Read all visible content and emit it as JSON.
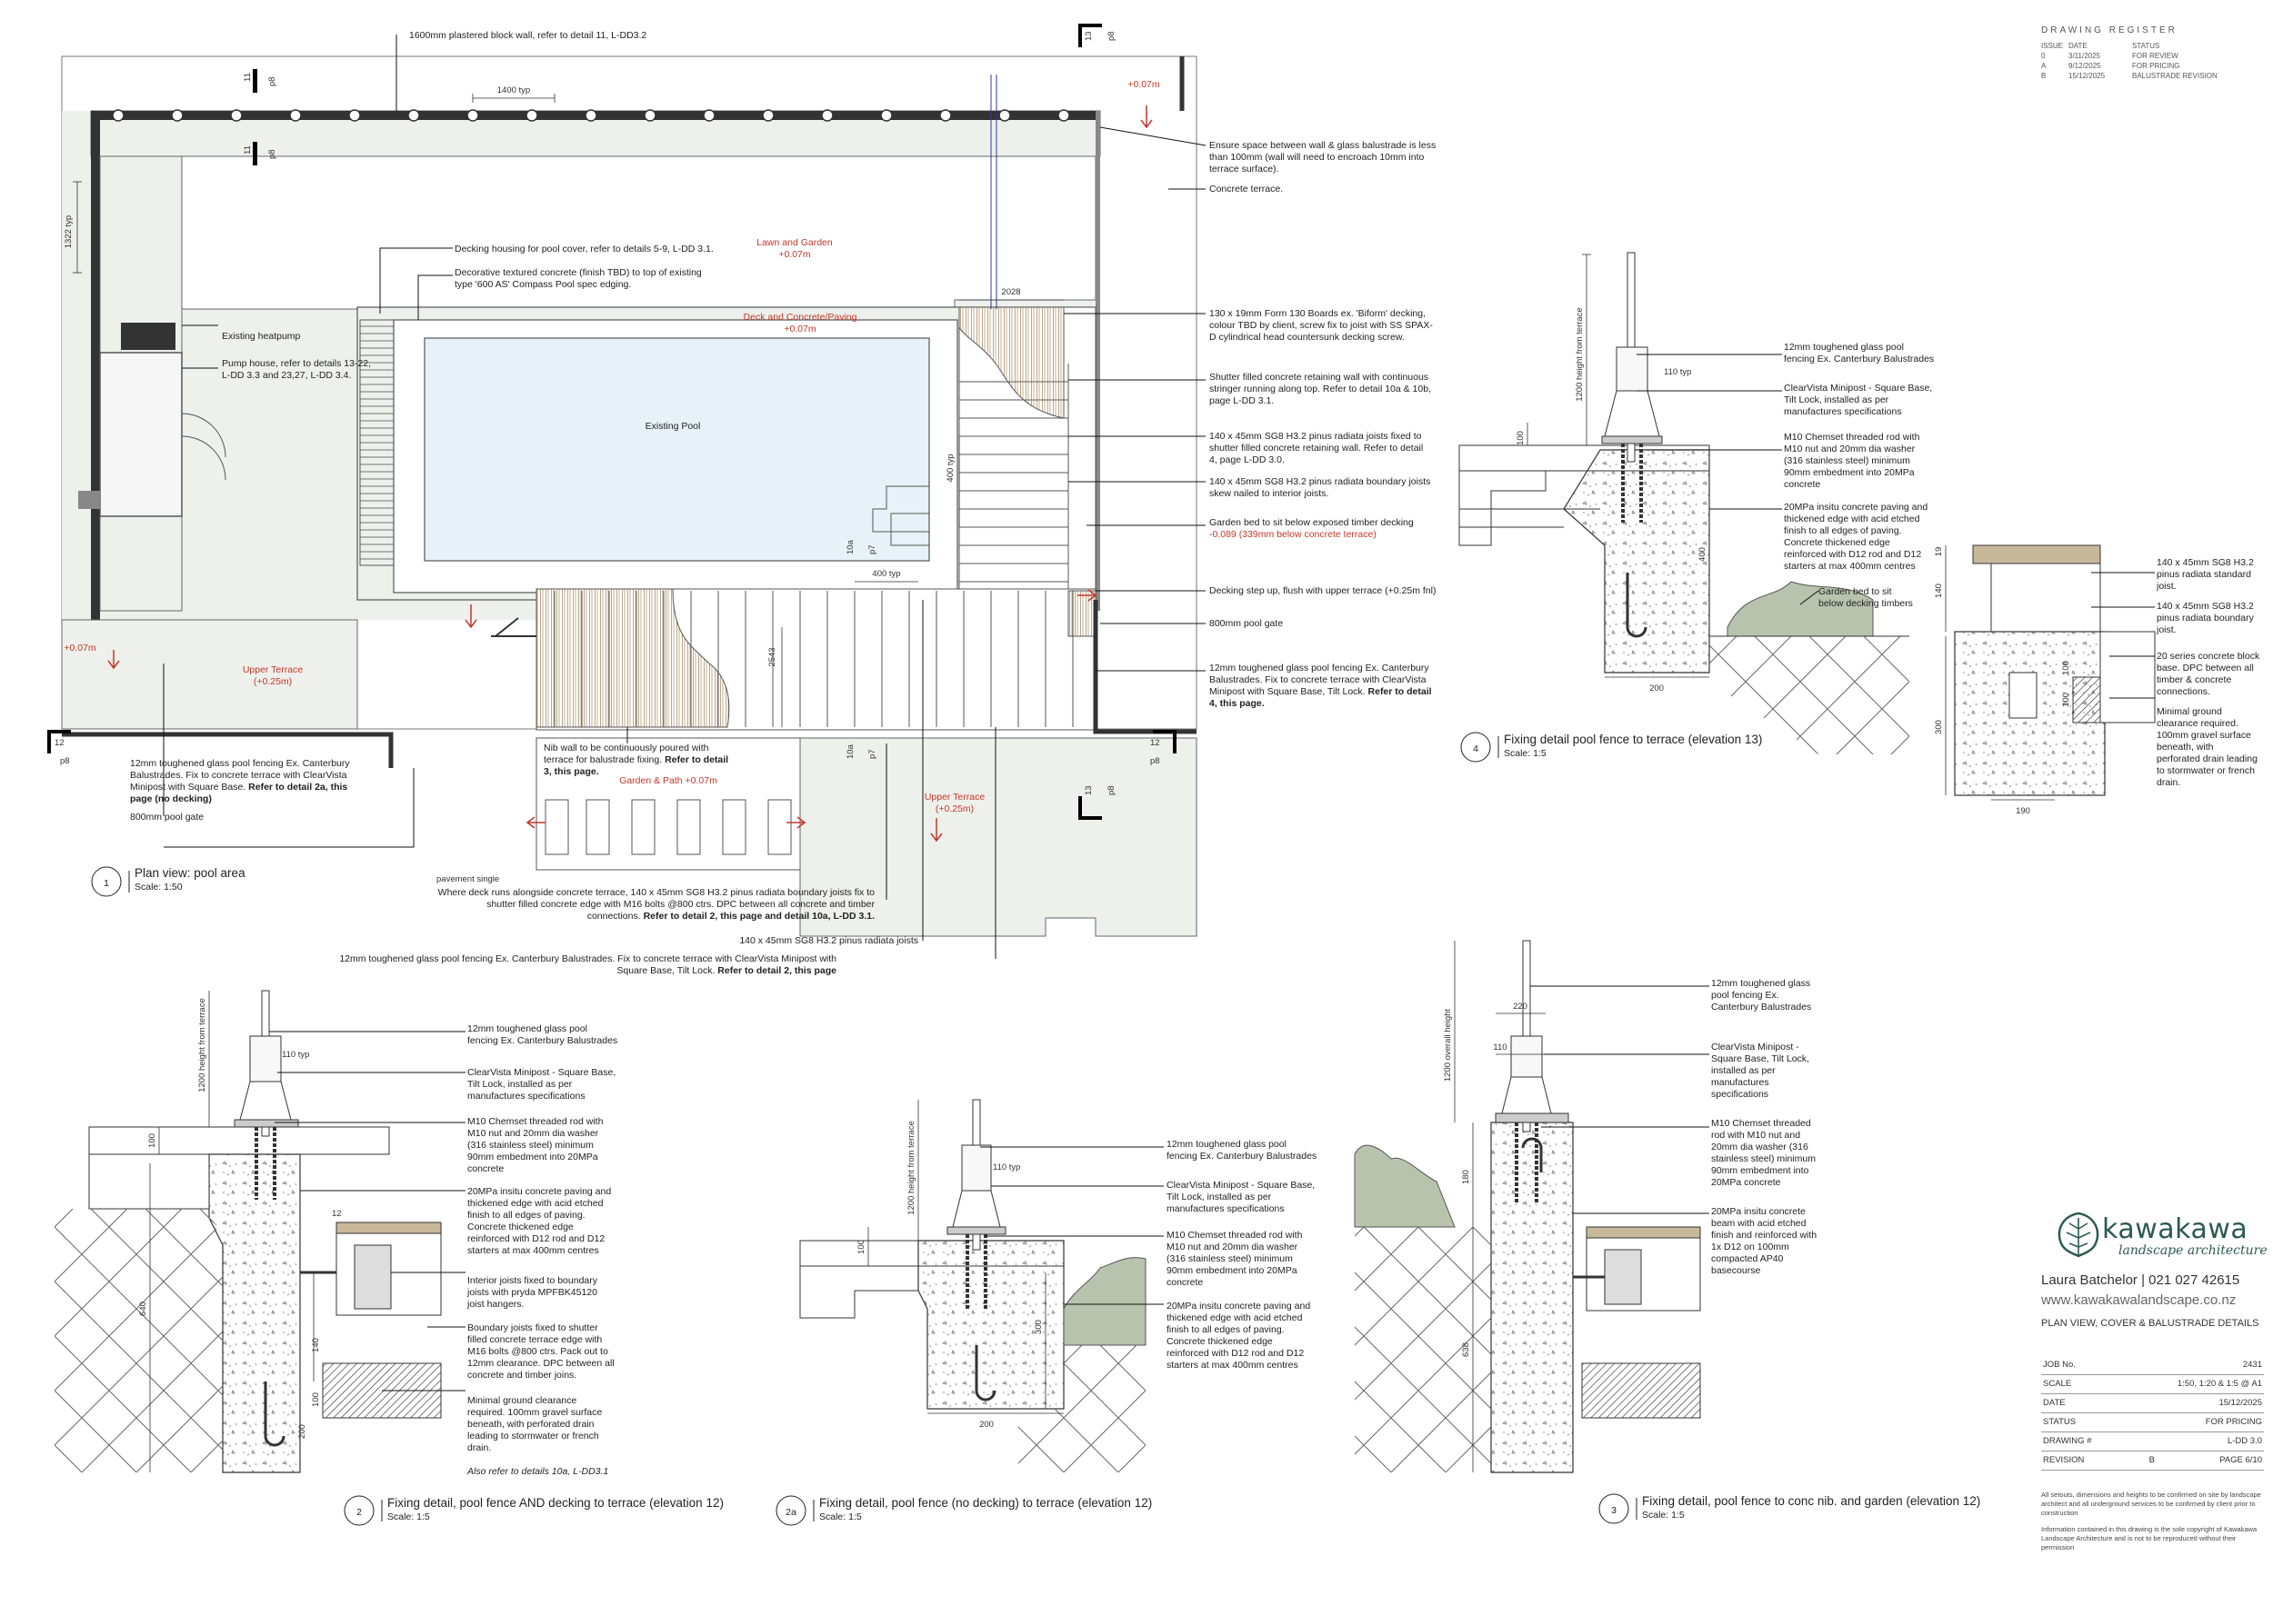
{
  "register": {
    "title": "DRAWING REGISTER",
    "headers": [
      "ISSUE",
      "DATE",
      "STATUS"
    ],
    "rows": [
      [
        "0",
        "3/11/2025",
        "FOR REVIEW"
      ],
      [
        "A",
        "9/12/2025",
        "FOR PRICING"
      ],
      [
        "B",
        "15/12/2025",
        "BALUSTRADE REVISION"
      ]
    ]
  },
  "plan": {
    "title": "Plan view: pool area",
    "scale": "Scale: 1:50",
    "num": "1",
    "labels": {
      "lawn": "Lawn and Garden",
      "lawn_lvl": "+0.07m",
      "deck": "Deck and Concrete/Paving",
      "deck_lvl": "+0.07m",
      "pool": "Existing Pool",
      "upper1": "Upper Terrace",
      "upper1_lvl": "(+0.25m)",
      "upper2": "Upper Terrace",
      "upper2_lvl": "(+0.25m)",
      "garden_path": "Garden & Path +0.07m",
      "lvl_tr": "+0.07m",
      "lvl_left": "+0.07m"
    },
    "dims": {
      "d1400": "1400 typ",
      "d1322": "1322 typ",
      "d2028": "2028",
      "d400a": "400 typ",
      "d400b": "400 typ",
      "d2543": "2543"
    },
    "markers": {
      "m11": "11",
      "p8a": "p8",
      "m13": "13",
      "p8b": "p8",
      "m12a": "12",
      "p8c": "p8",
      "m12b": "12",
      "p8d": "p8",
      "m13b": "13",
      "p8e": "p8",
      "m10a": "10a",
      "p7a": "p7",
      "m10b": "10a",
      "p7b": "p7",
      "m11b": "11",
      "p8f": "p8"
    },
    "notes": {
      "n_top": "1600mm plastered block wall, refer to detail 11, L-DD3.2",
      "n_deckhousing": "Decking housing for pool cover, refer to details 5-9, L-DD 3.1.",
      "n_decconc1": "Decorative textured concrete (finish TBD) to top of existing",
      "n_decconc2": "type '600 AS' Compass Pool spec edging.",
      "n_heatpump": "Existing heatpump",
      "n_pump1": "Pump house, refer to details 13-22,",
      "n_pump2": "L-DD 3.3 and 23,27, L-DD 3.4.",
      "n_ensure1": "Ensure space between wall & glass balustrade is less",
      "n_ensure2": "than 100mm (wall will need to encroach 10mm into",
      "n_ensure3": "terrace surface).",
      "n_concterrace": "Concrete terrace.",
      "n_boards1": "130 x 19mm Form 130 Boards ex. 'Biform' decking,",
      "n_boards2": "colour TBD by client, screw fix to joist with SS SPAX-",
      "n_boards3": "D cylindrical head countersunk decking screw.",
      "n_shutter1": "Shutter filled concrete retaining wall with continuous",
      "n_shutter2": "stringer running along top. Refer to detail 10a & 10b,",
      "n_shutter3": "page L-DD 3.1.",
      "n_joists1": "140 x 45mm SG8 H3.2 pinus radiata joists fixed to",
      "n_joists2": "shutter filled concrete retaining wall. Refer to detail",
      "n_joists3": "4, page L-DD 3.0.",
      "n_bjoists1": "140 x 45mm SG8 H3.2 pinus radiata boundary joists",
      "n_bjoists2": "skew nailed to interior joists.",
      "n_gbed1": "Garden bed to sit below exposed timber decking",
      "n_gbed2": "-0.089 (339mm below concrete terrace)",
      "n_step": "Decking step up, flush with upper terrace (+0.25m fnl)",
      "n_gate800": "800mm pool gate",
      "n_glass1": "12mm toughened glass pool fencing Ex. Canterbury",
      "n_glass2": "Balustrades. Fix to concrete terrace with ClearVista",
      "n_glass3": "Minipost with Square Base, Tilt Lock.",
      "n_glass3b": "Refer to detail",
      "n_glass4": "4, this page.",
      "n_left1": "12mm toughened glass pool fencing Ex. Canterbury",
      "n_left2": "Balustrades. Fix to concrete terrace with ClearVista",
      "n_left3": "Minipost with Square Base.",
      "n_left3b": "Refer to detail 2a, this",
      "n_left4": "page (no decking)",
      "n_gate800b": "800mm pool gate",
      "n_nib1": "Nib wall to be continuously poured with",
      "n_nib2": "terrace for balustrade fixing.",
      "n_nib2b": "Refer to detail",
      "n_nib3": "3, this page.",
      "n_where1": "Where deck runs alongside concrete terrace, 140 x 45mm SG8 H3.2 pinus radiata boundary joists fix to",
      "n_where2": "shutter filled concrete edge with M16 bolts @800 ctrs. DPC between all concrete and timber",
      "n_where3a": "connections.",
      "n_where3b": "Refer to detail 2, this page and detail 10a, L-DD 3.1.",
      "n_140j": "140 x 45mm SG8 H3.2 pinus radiata joists",
      "n_bottom1": "12mm toughened glass pool fencing Ex. Canterbury Balustrades. Fix to concrete terrace with ClearVista Minipost with",
      "n_bottom2a": "Square Base, Tilt Lock.",
      "n_bottom2b": "Refer to detail 2, this page",
      "n_pavement": "pavement single"
    }
  },
  "d4": {
    "num": "4",
    "title": "Fixing detail pool fence to terrace (elevation 13)",
    "scale": "Scale: 1:5",
    "h1200": "1200 height from terrace",
    "d110": "110 typ",
    "d100": "100",
    "d400": "400",
    "d200": "200",
    "d19": "19",
    "d140": "140",
    "d100b": "100",
    "d100c": "100",
    "d300": "300",
    "d190": "190",
    "n1": "12mm toughened glass pool",
    "n1b": "fencing Ex. Canterbury Balustrades",
    "n2": "ClearVista Minipost - Square Base,",
    "n2b": "Tilt Lock, installed as per",
    "n2c": "manufactures specifications",
    "n3": "M10 Chemset threaded rod with",
    "n3b": "M10 nut and 20mm dia washer",
    "n3c": "(316 stainless steel) minimum",
    "n3d": "90mm embedment into 20MPa",
    "n3e": "concrete",
    "n4": "20MPa insitu concrete paving and",
    "n4b": "thickened edge with acid etched",
    "n4c": "finish to all edges of paving.",
    "n4d": "Concrete thickened edge",
    "n4e": "reinforced with D12 rod and D12",
    "n4f": "starters at max 400mm centres",
    "n5": "Garden bed to sit",
    "n5b": "below decking timbers",
    "r1": "140 x 45mm SG8 H3.2",
    "r1b": "pinus radiata standard",
    "r1c": "joist.",
    "r2": "140 x 45mm SG8 H3.2",
    "r2b": "pinus radiata boundary",
    "r2c": "joist.",
    "r3": "20 series concrete block",
    "r3b": "base. DPC between all",
    "r3c": "timber & concrete",
    "r3d": "connections.",
    "r4": "Minimal ground",
    "r4b": "clearance required.",
    "r4c": "100mm gravel surface",
    "r4d": "beneath, with",
    "r4e": "perforated drain leading",
    "r4f": "to stormwater or french",
    "r4g": "drain."
  },
  "d2": {
    "num": "2",
    "title": "Fixing detail, pool fence AND decking to terrace (elevation 12)",
    "scale": "Scale: 1:5",
    "h1200": "1200 height from terrace",
    "d110": "110 typ",
    "d100": "100",
    "d640": "640",
    "d12": "12",
    "d140": "140",
    "d100b": "100",
    "d200": "200",
    "n1": "12mm toughened glass pool",
    "n1b": "fencing Ex. Canterbury Balustrades",
    "n2": "ClearVista Minipost - Square Base,",
    "n2b": "Tilt Lock, installed as per",
    "n2c": "manufactures specifications",
    "n3": "M10 Chemset threaded rod with",
    "n3b": "M10 nut and 20mm dia washer",
    "n3c": "(316 stainless steel) minimum",
    "n3d": "90mm embedment into 20MPa",
    "n3e": "concrete",
    "n4": "20MPa insitu concrete paving and",
    "n4b": "thickened edge with acid etched",
    "n4c": "finish to all edges of paving.",
    "n4d": "Concrete thickened edge",
    "n4e": "reinforced with D12 rod and D12",
    "n4f": "starters at max 400mm centres",
    "n5": "Interior joists fixed to boundary",
    "n5b": "joists with pryda MPFBK45120",
    "n5c": "joist hangers.",
    "n6": "Boundary joists fixed to shutter",
    "n6b": "filled concrete terrace edge with",
    "n6c": "M16 bolts @800 ctrs. Pack out to",
    "n6d": "12mm clearance. DPC between all",
    "n6e": "concrete and timber joins.",
    "n7": "Minimal ground clearance",
    "n7b": "required. 100mm gravel surface",
    "n7c": "beneath, with perforated drain",
    "n7d": "leading to stormwater or french",
    "n7e": "drain.",
    "n8": "Also refer to details 10a, L-DD3.1"
  },
  "d2a": {
    "num": "2a",
    "title": "Fixing detail, pool fence (no decking) to terrace (elevation 12)",
    "scale": "Scale: 1:5",
    "h1200": "1200 height from terrace",
    "d110": "110 typ",
    "d100": "100",
    "d300": "300",
    "d200": "200",
    "n1": "12mm toughened glass pool",
    "n1b": "fencing Ex. Canterbury Balustrades",
    "n2": "ClearVista Minipost - Square Base,",
    "n2b": "Tilt Lock, installed as per",
    "n2c": "manufactures specifications",
    "n3": "M10 Chemset threaded rod with",
    "n3b": "M10 nut and 20mm dia washer",
    "n3c": "(316 stainless steel) minimum",
    "n3d": "90mm embedment into 20MPa",
    "n3e": "concrete",
    "n4": "20MPa insitu concrete paving and",
    "n4b": "thickened edge with acid etched",
    "n4c": "finish to all edges of paving.",
    "n4d": "Concrete thickened edge",
    "n4e": "reinforced with D12 rod and D12",
    "n4f": "starters at max 400mm centres"
  },
  "d3": {
    "num": "3",
    "title": "Fixing detail, pool fence to conc nib. and garden (elevation 12)",
    "scale": "Scale: 1:5",
    "h1200": "1200 overall height",
    "d220": "220",
    "d110": "110",
    "d180": "180",
    "d638": "638",
    "n1": "12mm toughened glass",
    "n1b": "pool fencing Ex.",
    "n1c": "Canterbury Balustrades",
    "n2": "ClearVista Minipost -",
    "n2b": "Square Base, Tilt Lock,",
    "n2c": "installed as per",
    "n2d": "manufactures",
    "n2e": "specifications",
    "n3": "M10 Chemset threaded",
    "n3b": "rod with M10 nut and",
    "n3c": "20mm dia washer (316",
    "n3d": "stainless steel) minimum",
    "n3e": "90mm embedment into",
    "n3f": "20MPa concrete",
    "n4": "20MPa insitu concrete",
    "n4b": "beam with acid etched",
    "n4c": "finish and reinforced with",
    "n4d": "1x D12 on 100mm",
    "n4e": "compacted AP40",
    "n4f": "basecourse"
  },
  "titleblock": {
    "brand": "kawakawa",
    "brand_sub": "landscape architecture",
    "contact": "Laura Batchelor | 021 027 42615",
    "website": "www.kawakawalandscape.co.nz",
    "sheet_title": "PLAN VIEW, COVER & BALUSTRADE DETAILS",
    "rows": [
      {
        "k": "JOB No.",
        "v": "2431"
      },
      {
        "k": "SCALE",
        "v": "1:50, 1:20 & 1:5 @ A1"
      },
      {
        "k": "DATE",
        "v": "15/12/2025"
      },
      {
        "k": "STATUS",
        "v": "FOR PRICING"
      },
      {
        "k": "DRAWING #",
        "v": "L-DD 3.0"
      },
      {
        "k": "REVISION",
        "v": "B"
      }
    ],
    "page": "PAGE  6/10",
    "notes1": "All setouts, dimensions and heights to be confirmed on site by landscape architect and all underground services to be confirmed by client prior to construction",
    "notes2": "Information contained in this drawing is the sole copyright of Kawakawa Landscape Architecture and is not to be reproduced without their permission"
  },
  "colors": {
    "accent": "#2c5a52",
    "red": "#c0392b",
    "pool": "#e6f2f7",
    "wall": "#333333"
  }
}
